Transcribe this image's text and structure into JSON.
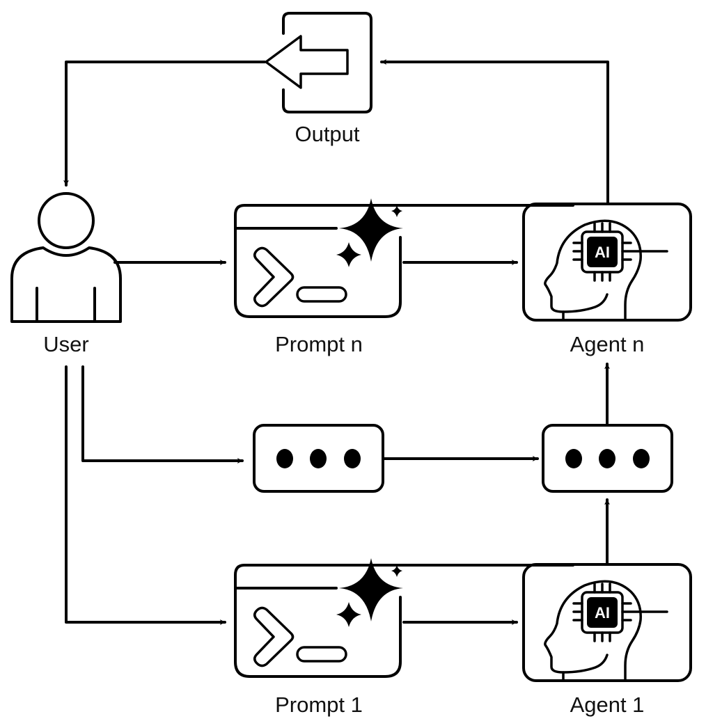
{
  "diagram": {
    "title": "",
    "colors": {
      "stroke": "#000000",
      "background": "#ffffff"
    },
    "nodes": {
      "output": {
        "label": "Output",
        "icon": "exit-arrow-icon"
      },
      "user": {
        "label": "User",
        "icon": "person-icon"
      },
      "prompt_n": {
        "label": "Prompt n",
        "icon": "terminal-sparkle-icon"
      },
      "agent_n": {
        "label": "Agent n",
        "icon": "ai-head-icon",
        "chip_text": "AI"
      },
      "ellipsis_prompt": {
        "label": "",
        "icon": "ellipsis-icon"
      },
      "ellipsis_agent": {
        "label": "",
        "icon": "ellipsis-icon"
      },
      "prompt_1": {
        "label": "Prompt 1",
        "icon": "terminal-sparkle-icon"
      },
      "agent_1": {
        "label": "Agent 1",
        "icon": "ai-head-icon",
        "chip_text": "AI"
      }
    },
    "edges": [
      {
        "from": "user",
        "to": "prompt_n"
      },
      {
        "from": "user",
        "to": "ellipsis_prompt"
      },
      {
        "from": "user",
        "to": "prompt_1"
      },
      {
        "from": "prompt_n",
        "to": "agent_n"
      },
      {
        "from": "ellipsis_prompt",
        "to": "ellipsis_agent"
      },
      {
        "from": "prompt_1",
        "to": "agent_1"
      },
      {
        "from": "agent_1",
        "to": "ellipsis_agent"
      },
      {
        "from": "ellipsis_agent",
        "to": "agent_n"
      },
      {
        "from": "agent_n",
        "to": "output"
      },
      {
        "from": "output",
        "to": "user"
      }
    ]
  }
}
